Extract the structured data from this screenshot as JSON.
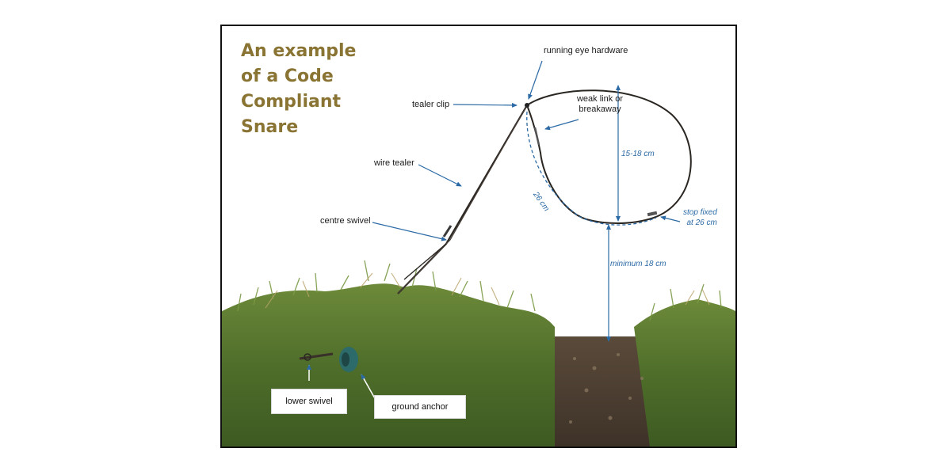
{
  "title": {
    "lines": [
      "An example",
      "of a Code",
      "Compliant",
      "Snare"
    ]
  },
  "labels": {
    "running_eye": "running eye hardware",
    "tealer_clip": "tealer clip",
    "weak_link": [
      "weak link or",
      "breakaway"
    ],
    "wire_tealer": "wire tealer",
    "centre_swivel": "centre swivel",
    "lower_swivel": "lower swivel",
    "ground_anchor": "ground anchor"
  },
  "measurements": {
    "loop_height": "15-18 cm",
    "loop_circumference": "26 cm",
    "stop": [
      "stop fixed",
      "at 26 cm"
    ],
    "clearance": "minimum 18 cm"
  },
  "colors": {
    "title": "#8a7433",
    "annotation": "#2b6aa5"
  }
}
